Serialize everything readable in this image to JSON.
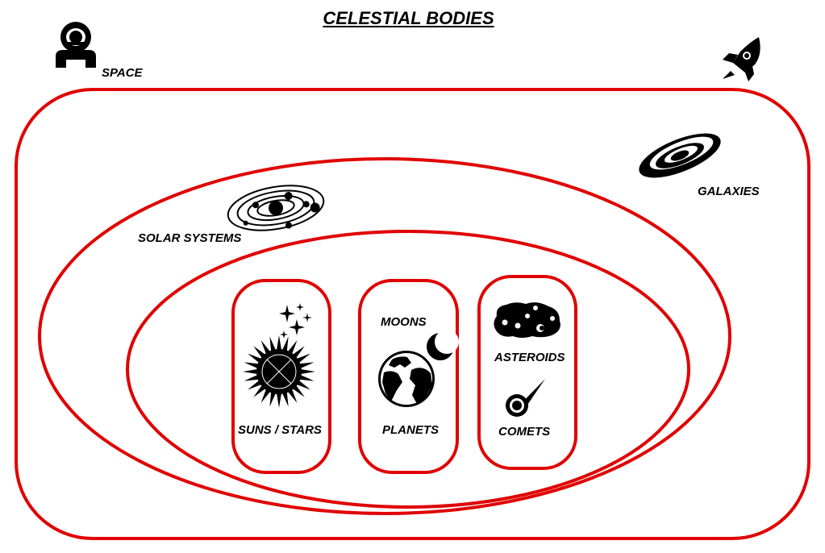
{
  "title": "CELESTIAL BODIES",
  "colors": {
    "border": "#e00000",
    "icon": "#000000",
    "background": "#ffffff"
  },
  "regions": {
    "space": {
      "label": "SPACE",
      "icons": [
        "astronaut-icon",
        "rocket-icon"
      ]
    },
    "galaxies": {
      "label": "GALAXIES",
      "icon": "galaxy-icon"
    },
    "solar_systems": {
      "label": "SOLAR SYSTEMS",
      "icon": "solar-system-icon"
    },
    "suns_stars": {
      "label": "SUNS / STARS",
      "icons": [
        "sparkle-stars-icon",
        "sun-icon"
      ]
    },
    "planets": {
      "label": "PLANETS",
      "icon": "earth-icon"
    },
    "moons": {
      "label": "MOONS",
      "icon": "crescent-moon-icon"
    },
    "asteroids": {
      "label": "ASTEROIDS",
      "icon": "asteroid-icon"
    },
    "comets": {
      "label": "COMETS",
      "icon": "comet-icon"
    }
  }
}
